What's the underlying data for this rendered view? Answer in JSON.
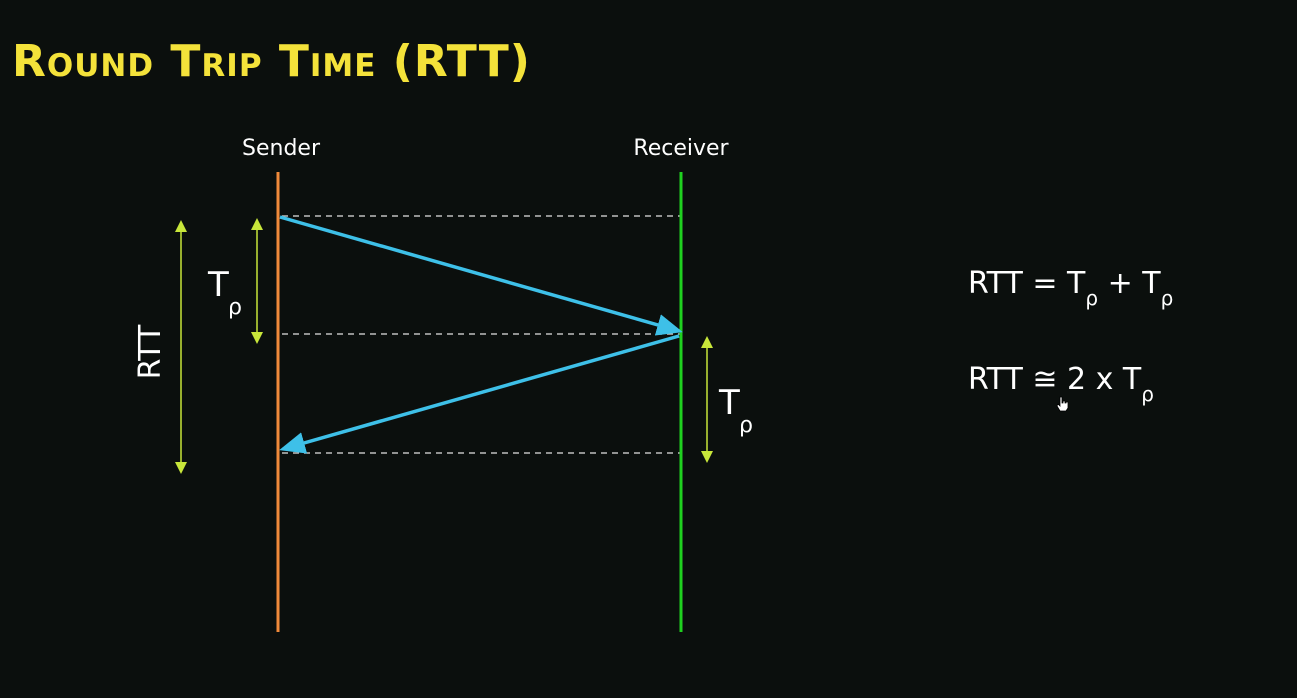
{
  "title": "Round Trip Time (RTT)",
  "lanes": {
    "sender": "Sender",
    "receiver": "Receiver"
  },
  "labels": {
    "rtt": "RTT",
    "tp_main": "T",
    "tp_sub": "ρ"
  },
  "formulas": {
    "f1": {
      "lhs": "RTT = T",
      "sub1": "ρ",
      "mid": " + T",
      "sub2": "ρ"
    },
    "f2": {
      "lhs": "RTT ≅ 2 x T",
      "sub1": "ρ"
    }
  },
  "colors": {
    "title": "#f4e23a",
    "sender_line": "#f08a3a",
    "receiver_line": "#1fd11f",
    "signal_arrow": "#3ec0e8",
    "span_arrow": "#c8e63a",
    "dashed": "#bfbfbf"
  }
}
